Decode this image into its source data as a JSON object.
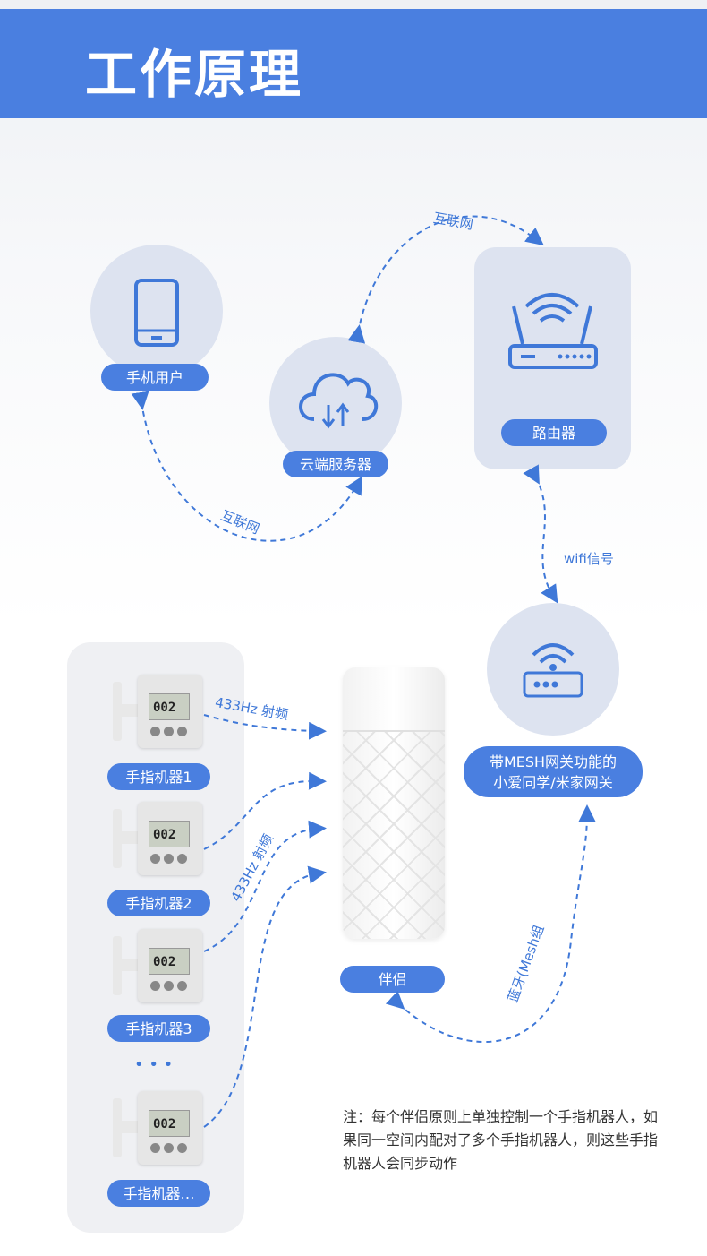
{
  "header": {
    "title": "工作原理"
  },
  "nodes": {
    "phone": "手机用户",
    "cloud": "云端服务器",
    "router": "路由器",
    "gateway_line1": "带MESH网关功能的",
    "gateway_line2": "小爱同学/米家网关",
    "companion": "伴侣"
  },
  "devices": [
    {
      "label": "手指机器1",
      "screen": "002"
    },
    {
      "label": "手指机器2",
      "screen": "002"
    },
    {
      "label": "手指机器3",
      "screen": "002"
    },
    {
      "label": "手指机器…",
      "screen": "002"
    }
  ],
  "ellipsis": "• • •",
  "links": {
    "internet_top": "互联网",
    "internet_left": "互联网",
    "wifi": "wifi信号",
    "rf1": "433Hz 射频",
    "rf2": "433Hz 射频",
    "bluetooth": "蓝牙(Mesh组"
  },
  "note": "注：每个伴侣原则上单独控制一个手指机器人，如果同一空间内配对了多个手指机器人，则这些手指机器人会同步动作",
  "colors": {
    "accent": "#4a7fe0",
    "link": "#3f78d8"
  }
}
